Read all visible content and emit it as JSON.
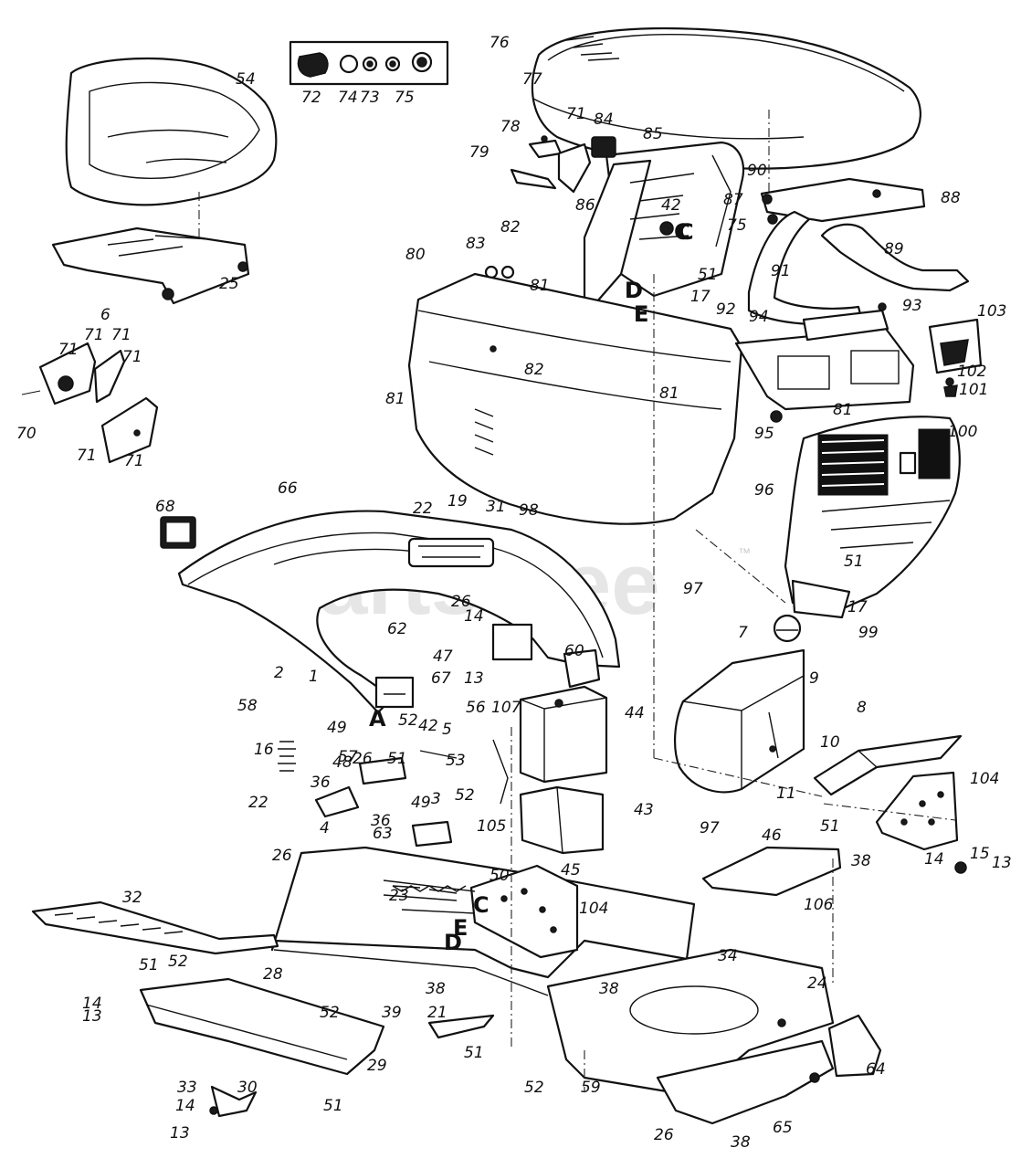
{
  "watermark": {
    "text": "PartsTree",
    "trademark": "™"
  },
  "letters": [
    "A",
    "C",
    "D",
    "E",
    "C",
    "D",
    "E"
  ],
  "callouts": [
    "76",
    "77",
    "78",
    "71",
    "84",
    "85",
    "79",
    "42",
    "C",
    "75",
    "90",
    "88",
    "54",
    "72",
    "74",
    "73",
    "75",
    "83",
    "82",
    "86",
    "51",
    "87",
    "89",
    "91",
    "80",
    "81",
    "17",
    "D",
    "E",
    "93",
    "25",
    "6",
    "92",
    "94",
    "103",
    "82",
    "71",
    "71",
    "71",
    "71",
    "81",
    "102",
    "101",
    "81",
    "81",
    "95",
    "70",
    "100",
    "71",
    "71",
    "96",
    "98",
    "66",
    "68",
    "22",
    "19",
    "31",
    "26",
    "97",
    "62",
    "14",
    "51",
    "47",
    "17",
    "99",
    "67",
    "13",
    "7",
    "60",
    "2",
    "1",
    "58",
    "56",
    "9",
    "16",
    "52",
    "8",
    "49",
    "42",
    "5",
    "44",
    "26",
    "51",
    "107",
    "53",
    "10",
    "57",
    "48",
    "15",
    "36",
    "22",
    "36",
    "11",
    "104",
    "49",
    "3",
    "52",
    "43",
    "105",
    "51",
    "4",
    "63",
    "26",
    "97",
    "46",
    "38",
    "14",
    "13",
    "50",
    "45",
    "23",
    "104",
    "106",
    "32",
    "34",
    "24",
    "28",
    "51",
    "52",
    "38",
    "14",
    "52",
    "13",
    "39",
    "21",
    "38",
    "33",
    "30",
    "51",
    "52",
    "59",
    "29",
    "14",
    "13",
    "51",
    "64",
    "26",
    "38",
    "65"
  ]
}
